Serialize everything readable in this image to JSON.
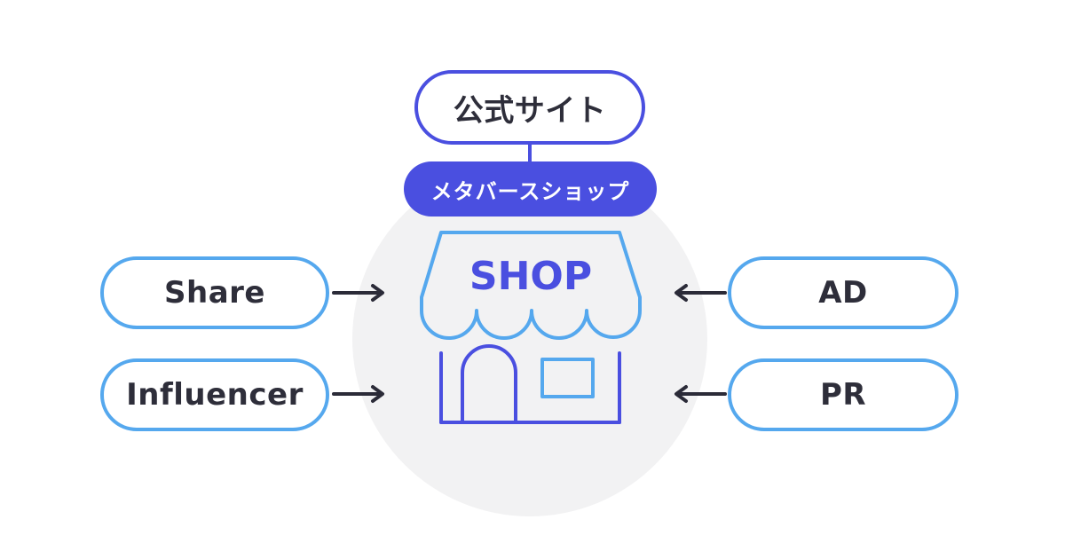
{
  "diagram": {
    "official_site_label": "公式サイト",
    "metaverse_shop_label": "メタバースショップ",
    "shop_label": "SHOP",
    "inputs_left": [
      "Share",
      "Influencer"
    ],
    "inputs_right": [
      "AD",
      "PR"
    ]
  },
  "colors": {
    "primary_indigo": "#4a4fe0",
    "accent_blue": "#55a8ee",
    "arrow_dark": "#2b2b38",
    "circle_gray": "#f2f2f3"
  },
  "icons": {
    "storefront": "shop-storefront-icon",
    "arrow": "arrow-right-icon"
  }
}
